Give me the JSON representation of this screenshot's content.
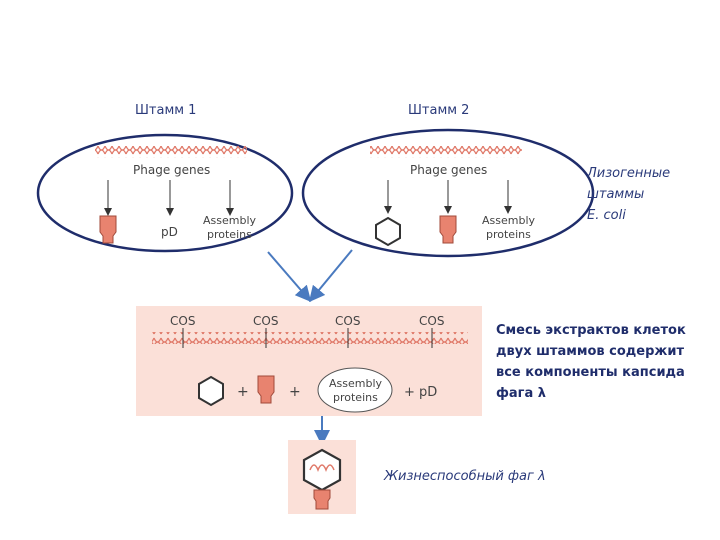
{
  "strain1": {
    "label": "Штамм 1",
    "genes_label": "Phage genes",
    "pd_label": "pD",
    "assembly_line1": "Assembly",
    "assembly_line2": "proteins"
  },
  "strain2": {
    "label": "Штамм 2",
    "genes_label": "Phage genes",
    "assembly_line1": "Assembly",
    "assembly_line2": "proteins"
  },
  "lysogenic_note": {
    "line1": "Лизогенные",
    "line2": "штаммы",
    "line3": "E. coli"
  },
  "mixture": {
    "cos_labels": [
      "COS",
      "COS",
      "COS",
      "COS"
    ],
    "plus1": "+",
    "plus2": "+",
    "assembly_line1": "Assembly",
    "assembly_line2": "proteins",
    "plus_pd": "+ pD"
  },
  "mixture_note": {
    "line1": "Смесь экстрактов клеток",
    "line2": "двух штаммов содержит",
    "line3": "все компоненты капсида",
    "line4": "фага λ"
  },
  "result_label": "Жизнеспособный фаг λ",
  "colors": {
    "ellipse_stroke": "#1f2d6b",
    "dna": "#e07a6a",
    "panel_fill": "#fbe0d8",
    "arrow": "#4a7abf",
    "prohead": "#e8836f"
  }
}
